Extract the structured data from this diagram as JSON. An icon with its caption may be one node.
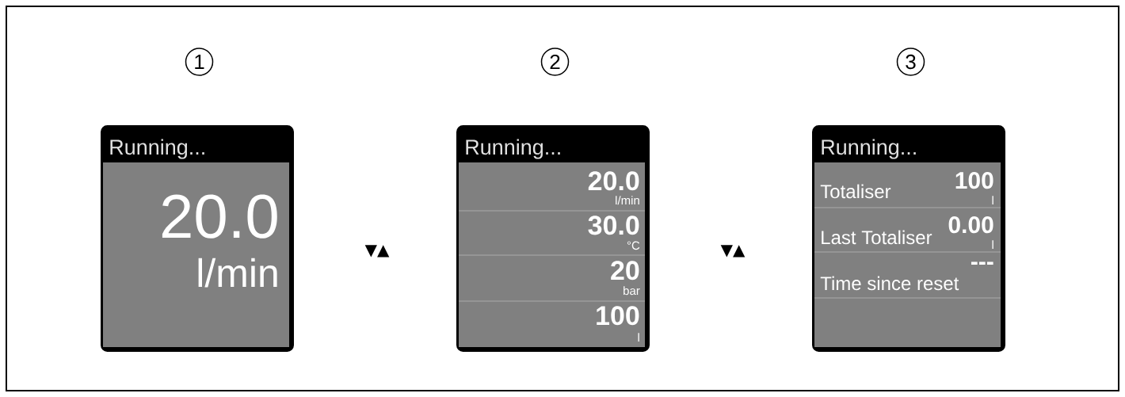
{
  "diagram": {
    "nodes": [
      {
        "text": [
          "Running...",
          "20.0",
          "l/min"
        ],
        "beside": [
          "1"
        ]
      },
      {
        "text": [
          "Running...",
          "20.0",
          "l/min",
          "30.0",
          "°C",
          "20",
          "bar",
          "100",
          "l"
        ],
        "beside": [
          "2"
        ]
      },
      {
        "text": [
          "Running...",
          "Totaliser",
          "100",
          "l",
          "Last Totaliser",
          "0.00",
          "l",
          "Time since reset",
          "---"
        ],
        "beside": [
          "3"
        ]
      }
    ],
    "labels": [
      "▼▲",
      "▼▲"
    ]
  }
}
